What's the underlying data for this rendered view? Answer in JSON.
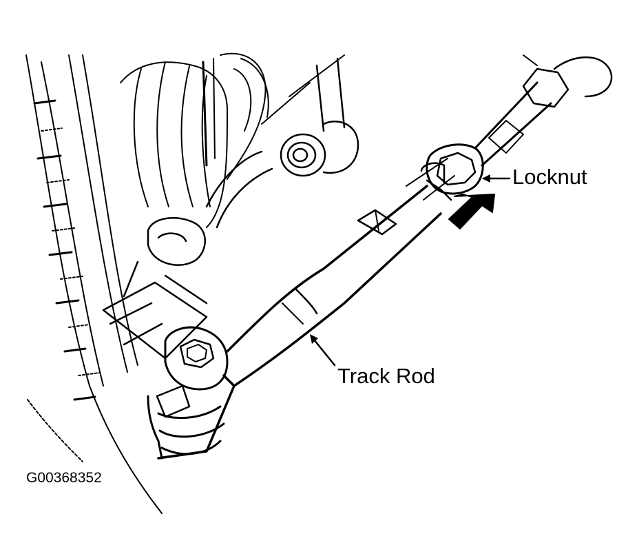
{
  "diagram": {
    "callouts": {
      "locknut": "Locknut",
      "track_rod": "Track Rod"
    },
    "figure_id": "G00368352",
    "colors": {
      "ink": "#000000",
      "background": "#ffffff"
    },
    "icons": {
      "pointer": "solid-arrow-icon"
    }
  }
}
